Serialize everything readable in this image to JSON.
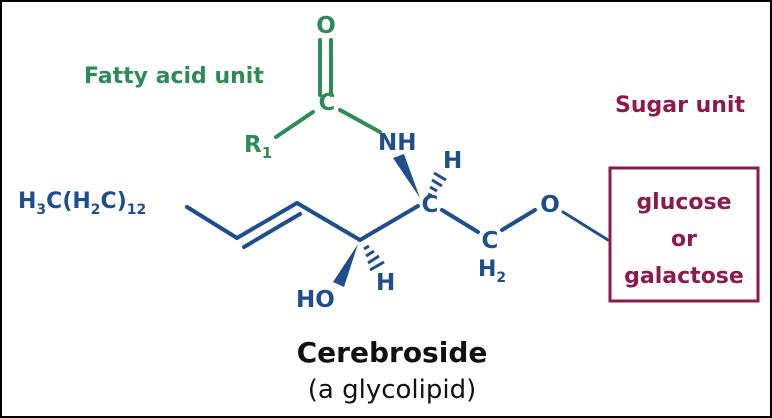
{
  "colors": {
    "fatty": "#2e8b57",
    "sugar": "#8b1a4f",
    "chain": "#1f4e8c",
    "caption": "#111111"
  },
  "labels": {
    "fatty_acid_unit": "Fatty acid unit",
    "sugar_unit": "Sugar unit",
    "o_carbonyl": "O",
    "c_carbonyl": "C",
    "r1_r": "R",
    "r1_sub": "1",
    "nh": "NH",
    "h_top": "H",
    "c_center": "C",
    "h3c_a": "H",
    "h3c_sub3": "3",
    "h3c_b": "C(H",
    "h3c_sub2": "2",
    "h3c_c": "C)",
    "h3c_sub12": "12",
    "ch2_c": "C",
    "ch2_h": "H",
    "ch2_sub": "2",
    "o_ether": "O",
    "ho": "HO",
    "h_bottom": "H",
    "sugar_box": [
      "glucose",
      "or",
      "galactose"
    ],
    "title": "Cerebroside",
    "subtitle": "(a glycolipid)"
  }
}
